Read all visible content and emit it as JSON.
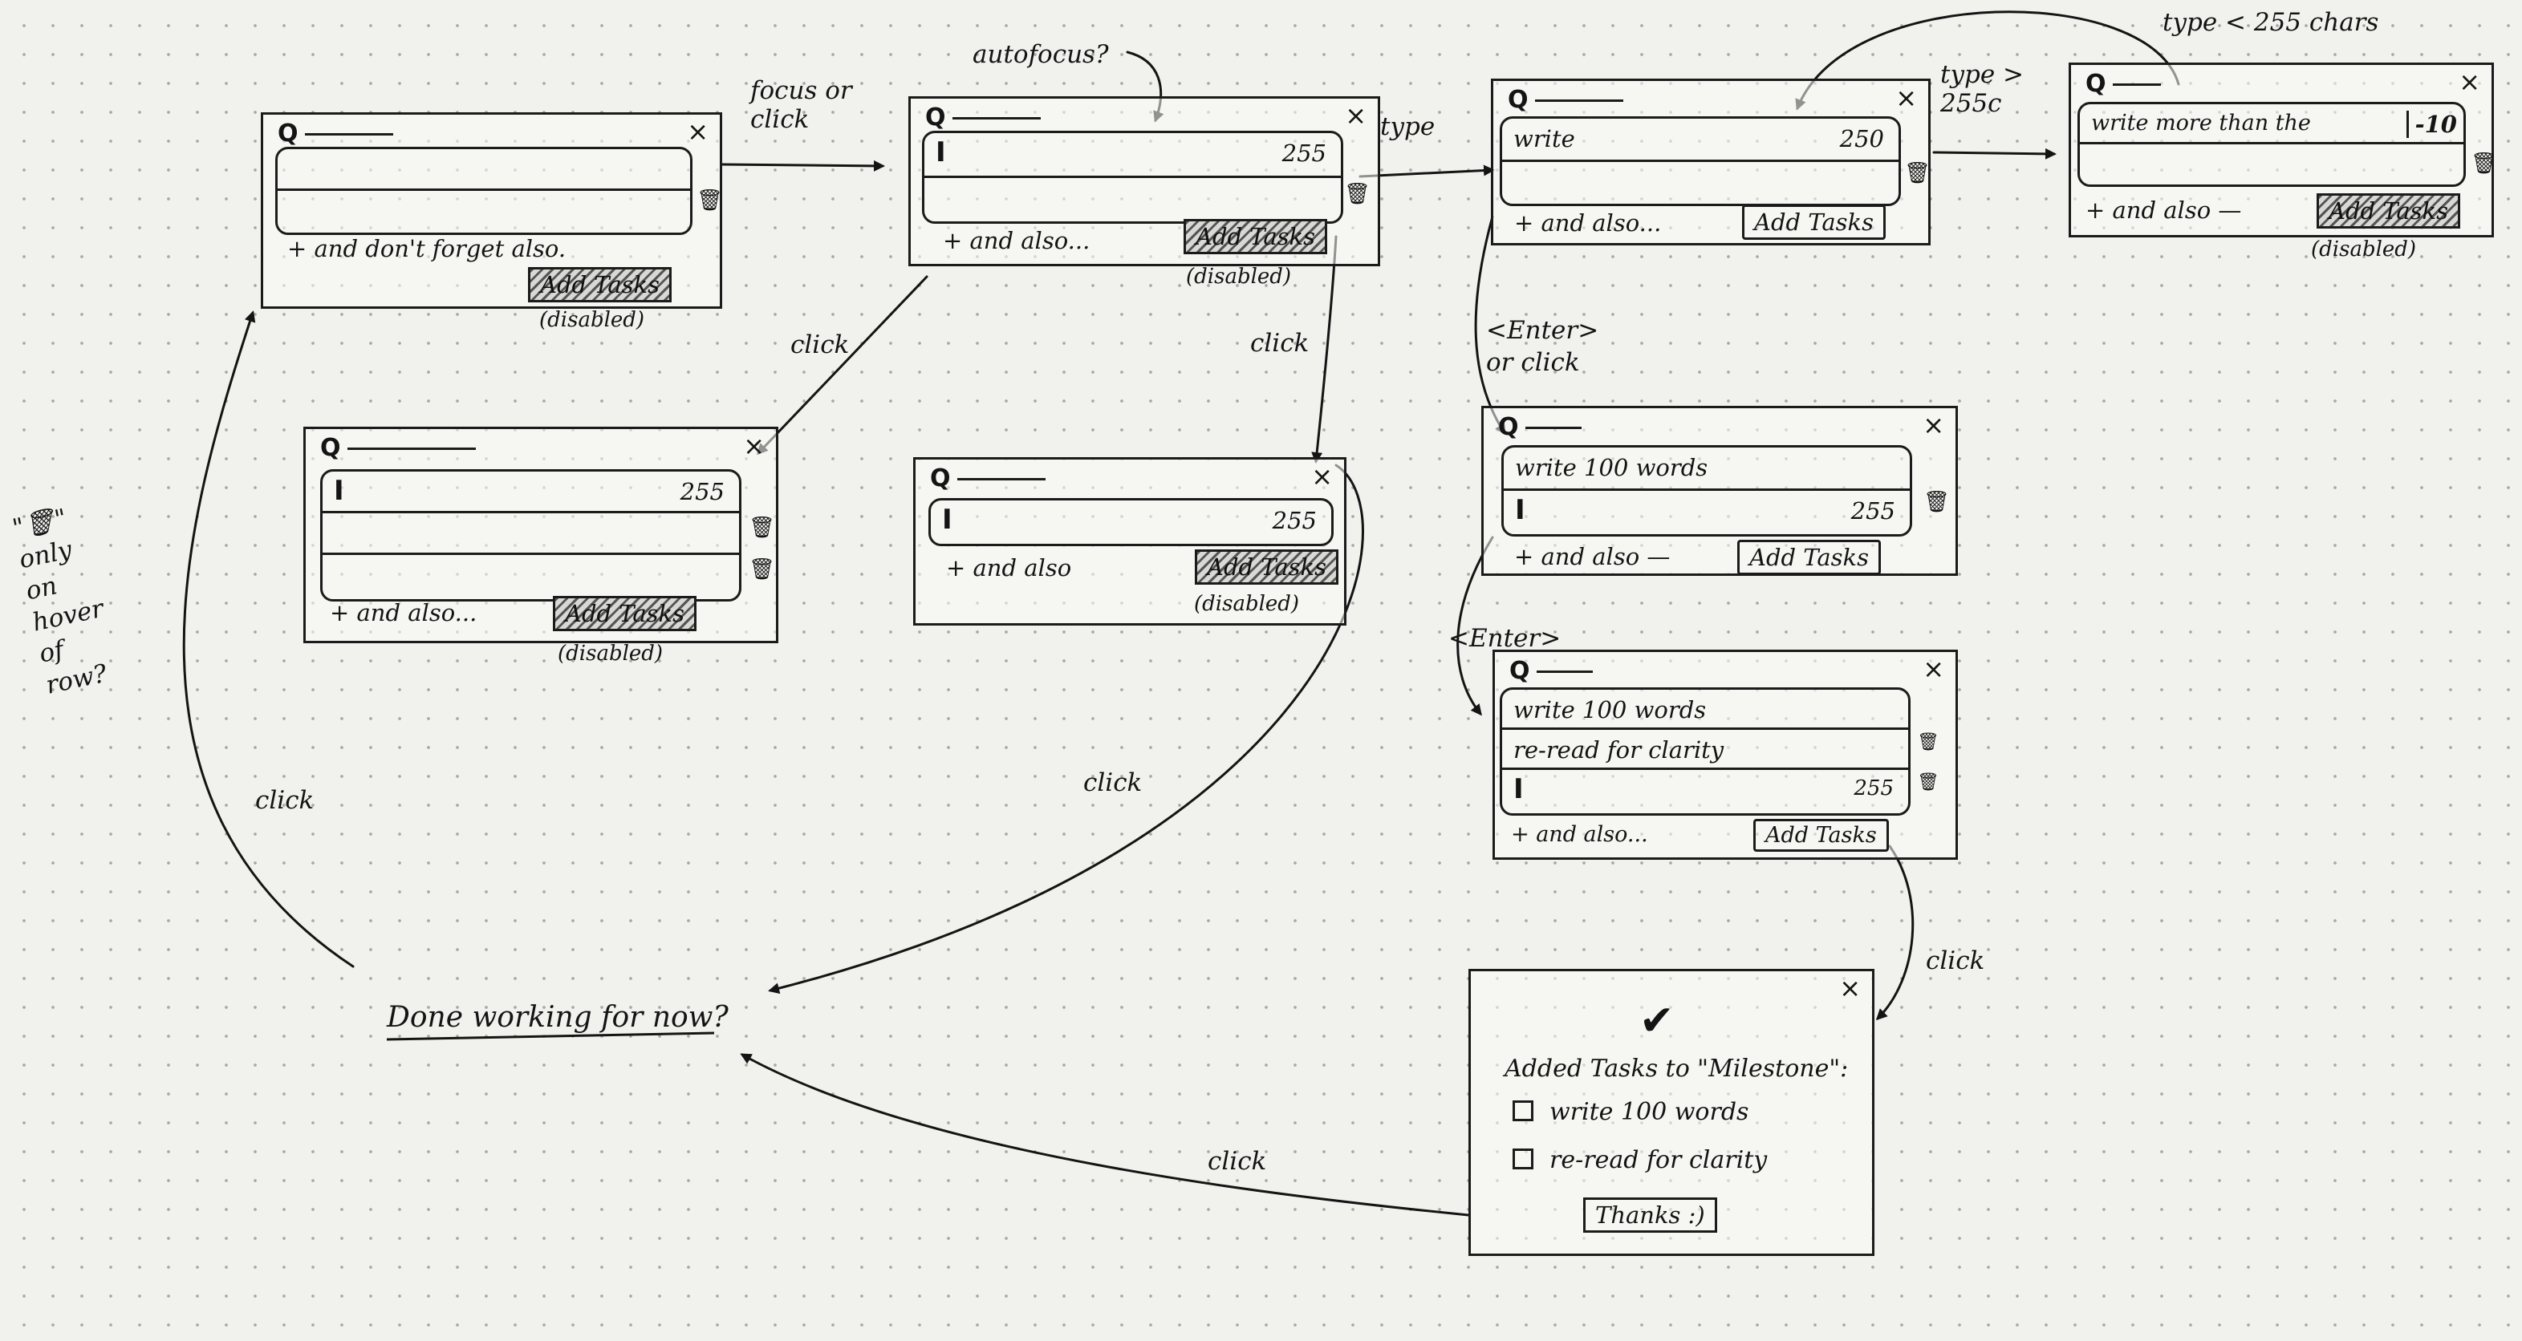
{
  "colors": {
    "ink": "#141414",
    "paper": "#f1f1ee"
  },
  "icons": {
    "search": "search-icon",
    "close": "close-icon",
    "trash": "trash-icon",
    "cursor": "text-cursor-icon",
    "check": "checkmark-icon"
  },
  "symbols": {
    "search": "Q",
    "close": "×",
    "trash": "🗑",
    "cursor": "I",
    "check": "✔",
    "checkbox": "☐"
  },
  "panels": {
    "p1": {
      "and_also": "+ and don't forget also.",
      "button": "Add Tasks",
      "disabled_note": "(disabled)"
    },
    "p2": {
      "count": "255",
      "and_also": "+ and also...",
      "button": "Add Tasks",
      "disabled_note": "(disabled)"
    },
    "p3": {
      "count": "255",
      "and_also": "+ and also...",
      "button": "Add Tasks",
      "disabled_note": "(disabled)"
    },
    "p4": {
      "count": "255",
      "and_also": "+ and also",
      "button": "Add Tasks",
      "disabled_note": "(disabled)"
    },
    "p5": {
      "row1": "write",
      "count": "250",
      "and_also": "+ and also...",
      "button": "Add Tasks"
    },
    "p6": {
      "row1": "write more than the",
      "count": "-10",
      "and_also": "+ and also —",
      "button": "Add Tasks",
      "disabled_note": "(disabled)"
    },
    "p7": {
      "row1": "write 100 words",
      "count": "255",
      "and_also": "+ and also —",
      "button": "Add Tasks"
    },
    "p8": {
      "row1": "write 100 words",
      "row2": "re-read for clarity",
      "count": "255",
      "and_also": "+ and also...",
      "button": "Add Tasks"
    },
    "p9": {
      "title": "Added Tasks to \"Milestone\":",
      "items": [
        "write 100 words",
        "re-read for clarity"
      ],
      "button": "Thanks :)"
    }
  },
  "notes": {
    "focus_or_click": "focus or click",
    "autofocus": "autofocus?",
    "type": "type",
    "type_gt": "type > 255c",
    "type_lt": "type < 255 chars",
    "click_a": "click",
    "click_b": "click",
    "enter_or_click": "<Enter> or click",
    "enter": "<Enter>",
    "click_c": "click",
    "click_d": "click",
    "click_e": "click",
    "click_f": "click",
    "trash_hover": "\"🗑\" only on hover of row?",
    "done": "Done working for now?"
  }
}
